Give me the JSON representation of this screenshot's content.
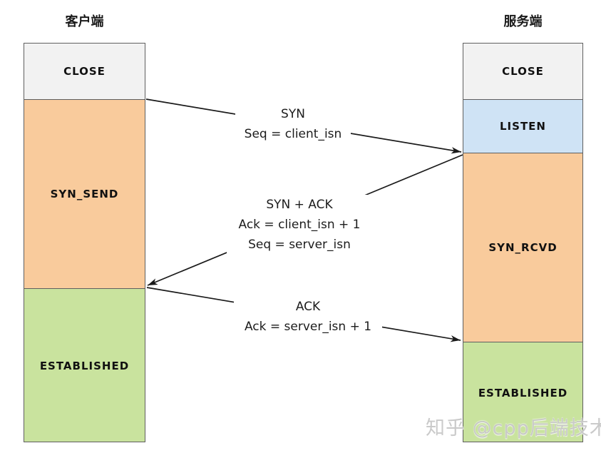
{
  "client": {
    "title": "客户端",
    "states": [
      {
        "label": "CLOSE",
        "bg": "#f2f2f2"
      },
      {
        "label": "SYN_SEND",
        "bg": "#f9cb9c"
      },
      {
        "label": "ESTABLISHED",
        "bg": "#c9e39e"
      }
    ]
  },
  "server": {
    "title": "服务端",
    "states": [
      {
        "label": "CLOSE",
        "bg": "#f2f2f2"
      },
      {
        "label": "LISTEN",
        "bg": "#cfe3f5"
      },
      {
        "label": "SYN_RCVD",
        "bg": "#f9cb9c"
      },
      {
        "label": "ESTABLISHED",
        "bg": "#c9e39e"
      }
    ]
  },
  "messages": [
    {
      "name": "syn",
      "lines": [
        "SYN",
        "Seq = client_isn"
      ]
    },
    {
      "name": "syn-ack",
      "lines": [
        "SYN + ACK",
        "Ack = client_isn + 1",
        "Seq = server_isn"
      ]
    },
    {
      "name": "ack",
      "lines": [
        "ACK",
        "Ack = server_isn + 1"
      ]
    }
  ],
  "watermark": "知乎 @cpp后端技术",
  "colors": {
    "state_gray": "#f2f2f2",
    "state_orange": "#f9cb9c",
    "state_blue": "#cfe3f5",
    "state_green": "#c9e39e",
    "box_border": "#5f5f5f",
    "arrow": "#1a1a1a"
  }
}
